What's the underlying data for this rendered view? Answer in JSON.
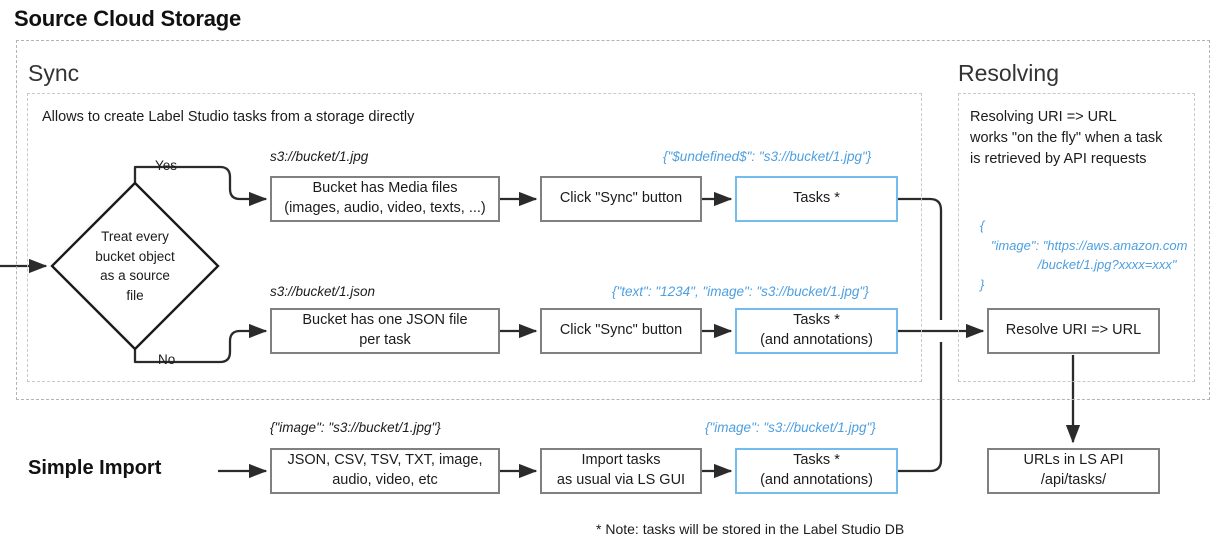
{
  "page": {
    "title": "Source Cloud Storage",
    "footnote": "* Note: tasks will be stored in the Label Studio DB"
  },
  "colors": {
    "blue_accent": "#73bdee",
    "blue_text": "#4d9fe0",
    "box_border": "#808080",
    "dashed_border": "#b4b4b4",
    "text": "#1b1b1b",
    "background": "#ffffff"
  },
  "sections": {
    "sync": {
      "heading": "Sync",
      "description": "Allows to create Label Studio tasks from a storage directly"
    },
    "resolving": {
      "heading": "Resolving",
      "description": "Resolving URI => URL\nworks \"on the fly\" when a task\nis retrieved by API requests",
      "json_sample": "{\n   \"image\": \"https://aws.amazon.com\n                /bucket/1.jpg?xxxx=xxx\"\n}"
    },
    "simple_import": {
      "label": "Simple Import"
    }
  },
  "decision": {
    "label": "Treat every\nbucket object\nas a source\nfile",
    "yes_label": "Yes",
    "no_label": "No"
  },
  "nodes": {
    "bucket_media": "Bucket has Media files\n(images, audio, video, texts, ...)",
    "bucket_json": "Bucket has one JSON file\nper task",
    "sync_button_top": "Click \"Sync\" button",
    "sync_button_bottom": "Click \"Sync\" button",
    "tasks_top": "Tasks *",
    "tasks_bottom": "Tasks *\n(and annotations)",
    "import_formats": "JSON, CSV, TSV, TXT, image,\naudio, video, etc",
    "import_tasks": "Import tasks\nas usual via LS GUI",
    "tasks_import": "Tasks *\n(and annotations)",
    "resolve_uri": "Resolve URI => URL",
    "urls_api": "URLs in LS API\n/api/tasks/"
  },
  "annotations": {
    "uri_jpg": "s3://bucket/1.jpg",
    "uri_json": "s3://bucket/1.json",
    "task_json_top": "{\"$undefined$\": \"s3://bucket/1.jpg\"}",
    "task_json_bottom": "{\"text\": \"1234\", \"image\": \"s3://bucket/1.jpg\"}",
    "import_input_json": "{\"image\": \"s3://bucket/1.jpg\"}",
    "import_output_json": "{\"image\": \"s3://bucket/1.jpg\"}"
  }
}
